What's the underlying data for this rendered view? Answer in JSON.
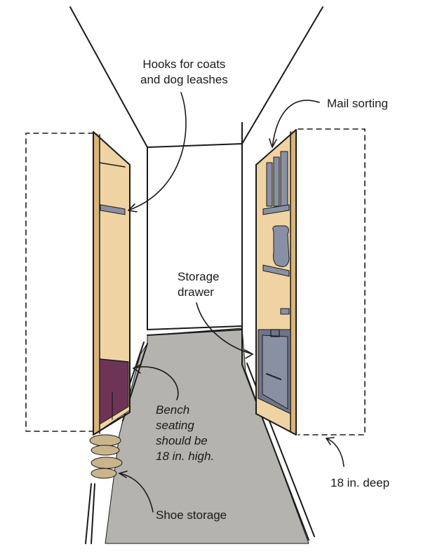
{
  "labels": {
    "hooks": "Hooks for coats\nand dog leashes",
    "mail": "Mail sorting",
    "drawer": "Storage\ndrawer",
    "bench": "Bench\nseating\nshould be\n18 in. high.",
    "depth": "18 in. deep",
    "shoes": "Shoe storage"
  },
  "colors": {
    "line": "#1a1a1a",
    "floor": "#b4b3ad",
    "wood": "#f0d3a3",
    "wood_edge": "#d9b47a",
    "cushion": "#6d3456",
    "slate": "#8a90a3",
    "slate_dark": "#6f7589",
    "shoes": "#c9b48c"
  }
}
